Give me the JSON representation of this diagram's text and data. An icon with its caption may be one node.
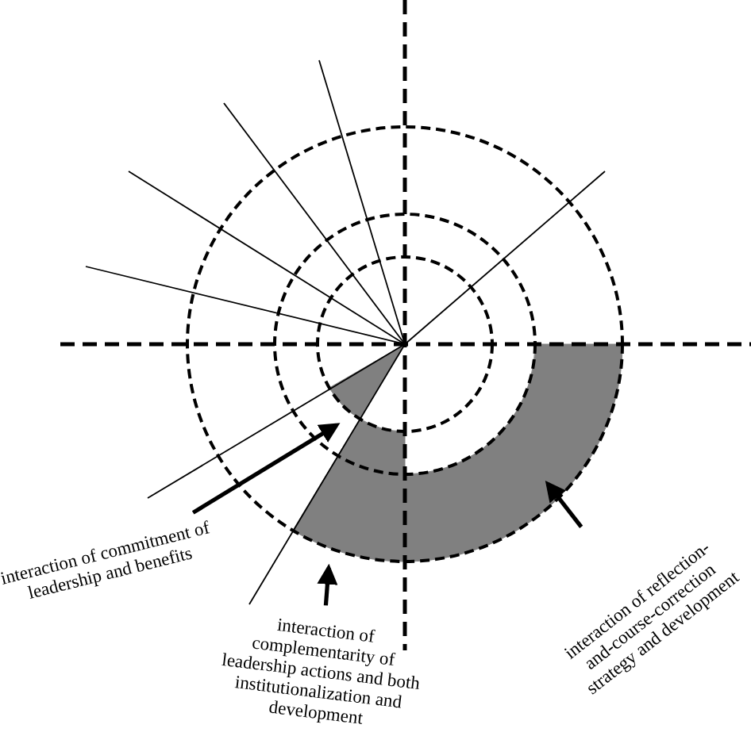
{
  "diagram": {
    "nodes": [
      {
        "text": [
          "interaction of commitment of leadership and benefits"
        ]
      },
      {
        "text": [
          "interaction of complementarity of leadership actions and both institutionalization and development"
        ]
      },
      {
        "text": [
          "interaction of reflection-and-course-correction strategy and development"
        ]
      }
    ],
    "edges": [
      {
        "from": 0,
        "to": null,
        "arrow": "to"
      },
      {
        "from": 1,
        "to": null,
        "arrow": "to"
      },
      {
        "from": 2,
        "to": null,
        "arrow": "to"
      }
    ]
  }
}
